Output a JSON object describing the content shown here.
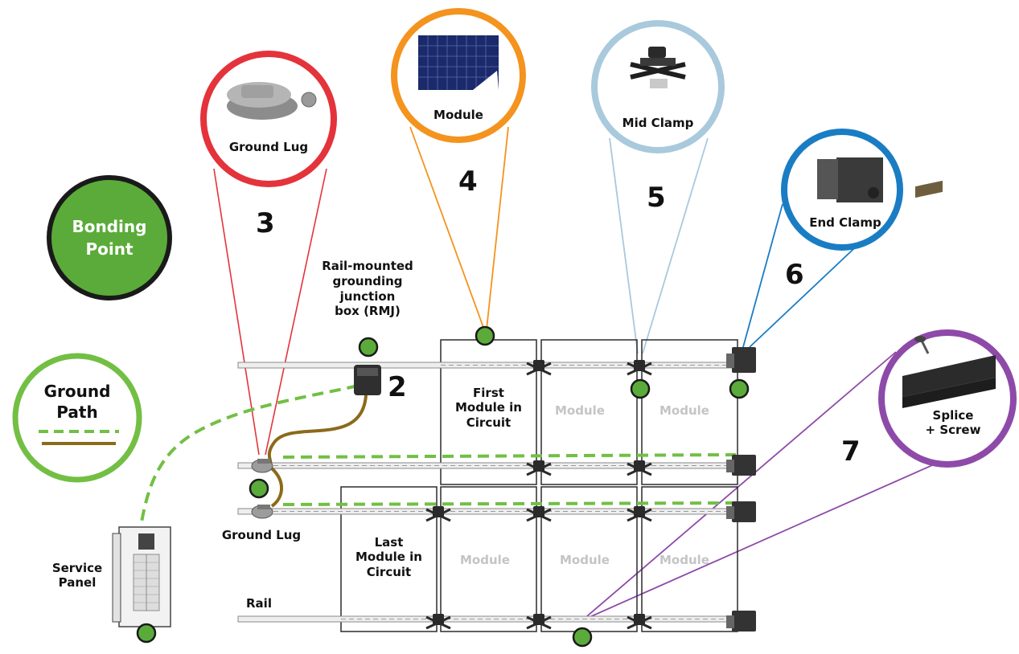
{
  "bonding_point": "Bonding Point",
  "legend": {
    "title_line1": "Ground",
    "title_line2": "Path"
  },
  "callouts": {
    "ground_lug": {
      "label": "Ground Lug",
      "number": "3"
    },
    "module": {
      "label": "Module",
      "number": "4"
    },
    "mid_clamp": {
      "label": "Mid Clamp",
      "number": "5"
    },
    "end_clamp": {
      "label": "End Clamp",
      "number": "6"
    },
    "splice": {
      "label_line1": "Splice",
      "label_line2": "+ Screw",
      "number": "7"
    },
    "rmj": {
      "line1": "Rail-mounted",
      "line2": "grounding",
      "line3": "junction",
      "line4": "box (RMJ)",
      "number": "2"
    }
  },
  "array": {
    "first_module": {
      "line1": "First",
      "line2": "Module in",
      "line3": "Circuit"
    },
    "last_module": {
      "line1": "Last",
      "line2": "Module in",
      "line3": "Circuit"
    },
    "module_label": "Module"
  },
  "labels": {
    "ground_lug_lower": "Ground Lug",
    "service_panel_line1": "Service",
    "service_panel_line2": "Panel",
    "rail": "Rail"
  },
  "colors": {
    "bonding_green": "#5bab3a",
    "ground_lug_red": "#e4333b",
    "module_orange": "#f4931e",
    "mid_clamp_blue": "#a9c9dc",
    "end_clamp_blue": "#1a7dc4",
    "splice_purple": "#8e4aa8",
    "ground_path_green": "#72bf44",
    "copper_brown": "#8b6a1a"
  }
}
